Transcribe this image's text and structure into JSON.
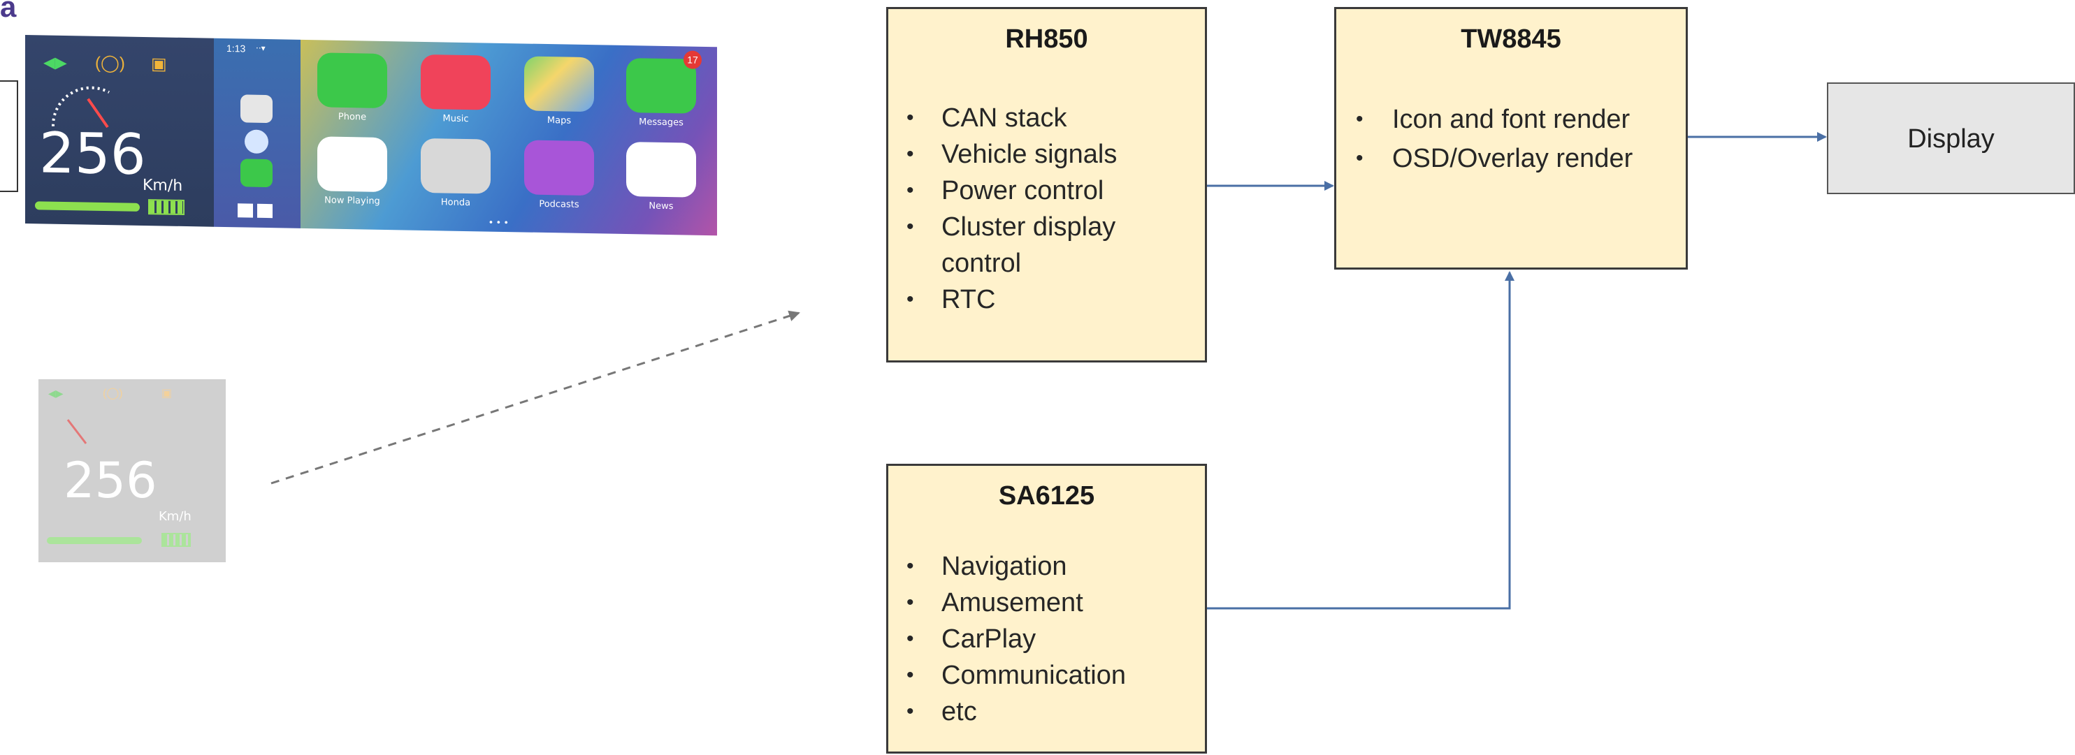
{
  "corner_mark": "a",
  "blocks": {
    "rh850": {
      "title": "RH850",
      "items": [
        "CAN stack",
        "Vehicle signals",
        "Power control",
        "Cluster display control",
        "RTC"
      ]
    },
    "tw8845": {
      "title": "TW8845",
      "items": [
        "Icon and font render",
        "OSD/Overlay render"
      ]
    },
    "sa6125": {
      "title": "SA6125",
      "items": [
        "Navigation",
        "Amusement",
        "CarPlay",
        "Communication",
        "etc"
      ]
    },
    "display": {
      "label": "Display"
    }
  },
  "cluster": {
    "speed": "256",
    "unit": "Km/h",
    "time": "1:13",
    "apps": [
      {
        "label": "Phone",
        "icon": "phone-icon",
        "color": "#3cc84a"
      },
      {
        "label": "Music",
        "icon": "music-icon",
        "color": "#f0435a"
      },
      {
        "label": "Maps",
        "icon": "maps-icon",
        "color": "#e8e8e8"
      },
      {
        "label": "Messages",
        "icon": "messages-icon",
        "color": "#3cc84a"
      },
      {
        "label": "Now Playing",
        "icon": "now-playing-icon",
        "color": "#ffffff"
      },
      {
        "label": "Honda",
        "icon": "honda-icon",
        "color": "#d8d8d8"
      },
      {
        "label": "Podcasts",
        "icon": "podcasts-icon",
        "color": "#a855d8"
      },
      {
        "label": "News",
        "icon": "news-icon",
        "color": "#ffffff"
      }
    ],
    "messages_badge": "17"
  },
  "cluster_faded": {
    "speed": "256",
    "unit": "Km/h"
  },
  "colors": {
    "block_fill": "#fff2cc",
    "display_fill": "#e6e6e6",
    "connector": "#4a6fa5",
    "dashed_arrow": "#777777"
  }
}
